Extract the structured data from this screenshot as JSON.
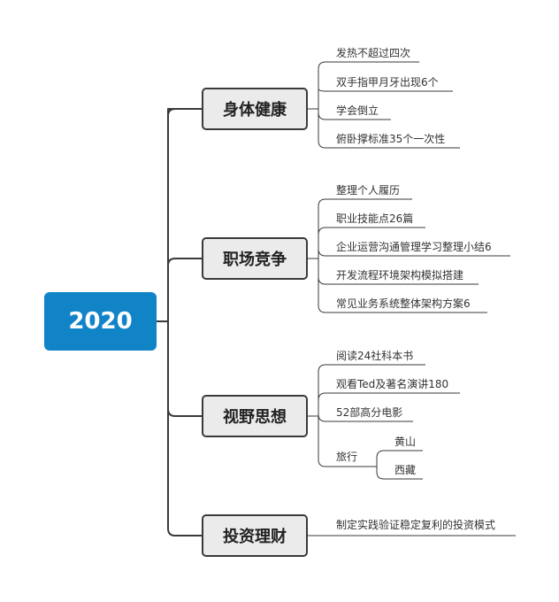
{
  "root": {
    "label": "2020"
  },
  "colors": {
    "root": "#1184c8",
    "branch_fill": "#ebebeb",
    "branch_border": "#3a3a3a",
    "line": "#3a3a3a"
  },
  "branches": [
    {
      "label": "身体健康",
      "items": [
        "发热不超过四次",
        "双手指甲月牙出现6个",
        "学会倒立",
        "俯卧撑标准35个一次性"
      ]
    },
    {
      "label": "职场竞争",
      "items": [
        "整理个人履历",
        "职业技能点26篇",
        "企业运营沟通管理学习整理小结6",
        "开发流程环境架构模拟搭建",
        "常见业务系统整体架构方案6"
      ]
    },
    {
      "label": "视野思想",
      "items": [
        "阅读24社科本书",
        "观看Ted及著名演讲180",
        "52部高分电影",
        "旅行"
      ],
      "sub_items": [
        "黄山",
        "西藏"
      ]
    },
    {
      "label": "投资理财",
      "items": [
        "制定实践验证稳定复利的投资模式"
      ]
    }
  ]
}
